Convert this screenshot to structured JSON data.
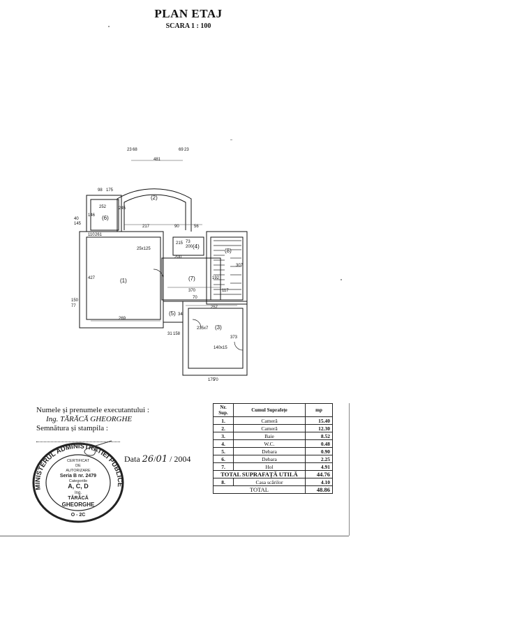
{
  "header": {
    "title": "PLAN ETAJ",
    "scale": "SCARA 1 : 100"
  },
  "plan": {
    "rooms": [
      {
        "id": "room-1",
        "label": "(1)"
      },
      {
        "id": "room-2",
        "label": "(2)"
      },
      {
        "id": "room-3",
        "label": "(3)"
      },
      {
        "id": "room-4",
        "label": "(4)"
      },
      {
        "id": "room-5",
        "label": "(5)"
      },
      {
        "id": "room-6",
        "label": "(6)"
      },
      {
        "id": "room-7",
        "label": "(7)"
      },
      {
        "id": "room-8",
        "label": "(8)"
      }
    ],
    "dimensions": {
      "arc_top": "481",
      "arc_left_h": "245",
      "r2_bottom_left": "217",
      "r2_bottom_mid": "90",
      "r2_bottom_right": "56",
      "r6_top": "252",
      "r6_side": "146",
      "r6_top_a": "98",
      "r6_top_b": "175",
      "left_a": "40",
      "left_b": "145",
      "r1_upper_a": "110",
      "r1_upper_b": "261",
      "window_r1": "25x125",
      "r1_height": "427",
      "r1_bottom": "269",
      "left_c": "150",
      "left_d": "77",
      "r4_a": "73",
      "r4_b": "200",
      "r4_side": "215",
      "r7_side": "200",
      "r7_bottom": "370",
      "r7_h": "192",
      "r8_h": "307",
      "r8_w": "117",
      "door_r7": "70",
      "r3_top": "257",
      "r3_side": "373",
      "window_r3": "235x7",
      "window_r3b": "140x15",
      "r5_h": "34",
      "r5_a": "31",
      "r5_b": "158",
      "bottom_a": "175",
      "bottom_b": "70",
      "arc_a": "23",
      "arc_b": "68",
      "arc_c": "69",
      "arc_d": "23"
    }
  },
  "executant": {
    "line1": "Numele și prenumele executantului :",
    "engineer": "Ing. TĂRĂCĂ GHEORGHE",
    "line3": "Semnătura și stampila :"
  },
  "date": {
    "label": "Data",
    "day": "26",
    "month": "01",
    "year": "/ 2004"
  },
  "stamp": {
    "outer": "MINISTERUL ADMINISTRATIEI PUBLICE",
    "l1": "CERTIFICAT",
    "l2": "DE",
    "l3": "AUTORIZARE",
    "l4": "Seria B nr. 2479",
    "l5": "Categoriile",
    "l6": "A, C, D",
    "l7": "Ing.",
    "l8": "TĂRĂCĂ",
    "l9": "GHEORGHE",
    "l10": "O - 2C"
  },
  "summary": {
    "head_nr": "Nr. Sup.",
    "head_name": "Cumul Suprafețe",
    "head_unit": "mp",
    "rows": [
      {
        "nr": "1.",
        "name": "Cameră",
        "val": "15.40"
      },
      {
        "nr": "2.",
        "name": "Cameră",
        "val": "12.30"
      },
      {
        "nr": "3.",
        "name": "Baie",
        "val": "8.52"
      },
      {
        "nr": "4.",
        "name": "W.C.",
        "val": "0.48"
      },
      {
        "nr": "5.",
        "name": "Debara",
        "val": "0.90"
      },
      {
        "nr": "6.",
        "name": "Debara",
        "val": "2.25"
      },
      {
        "nr": "7.",
        "name": "Hol",
        "val": "4.91"
      }
    ],
    "total_util_label": "TOTAL SUPRAFAȚĂ UTILĂ",
    "total_util_val": "44.76",
    "row8_nr": "8.",
    "row8_name": "Casa scărilor",
    "row8_val": "4.10",
    "total_label": "TOTAL",
    "total_val": "48.86"
  }
}
